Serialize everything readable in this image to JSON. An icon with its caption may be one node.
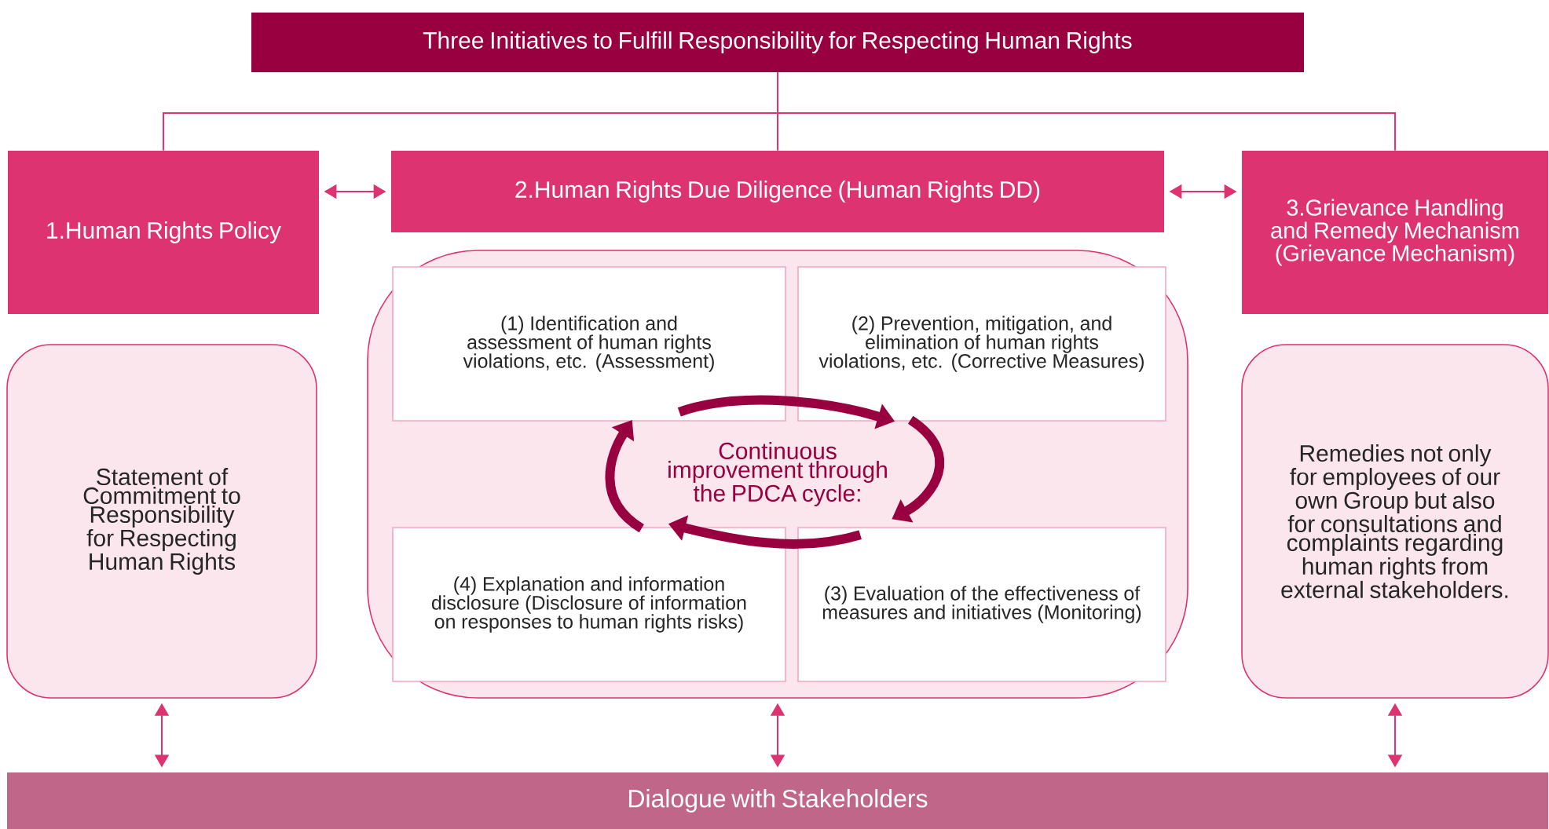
{
  "diagram": {
    "nodes": [
      {
        "text": [
          "Three Initiatives to Fulfill Responsibility for Respecting Human Rights"
        ]
      },
      {
        "text": [
          "1.Human Rights Policy"
        ]
      },
      {
        "text": [
          "2.Human Rights Due Diligence (Human Rights DD)"
        ]
      },
      {
        "text": [
          "3.Grievance Handling and Remedy Mechanism (Grievance Mechanism)"
        ]
      },
      {
        "text": [
          "Statement of Commitment to Responsibility for Respecting Human Rights"
        ]
      },
      {
        "text": [],
        "shape": "box"
      },
      {
        "text": [
          "(1) Identification and assessment of human rights violations, etc. (Assessment)"
        ],
        "in": 5
      },
      {
        "text": [
          "(2) Prevention, mitigation, and elimination of human rights violations, etc. (Corrective Measures)"
        ],
        "in": 5
      },
      {
        "text": [
          "Continuous improvement through the PDCA cycle:"
        ],
        "in": 5
      },
      {
        "text": [
          "(4) Explanation and information disclosure (Disclosure of information on responses to human rights risks)"
        ],
        "in": 5
      },
      {
        "text": [
          "(3) Evaluation of the effectiveness of measures and initiatives (Monitoring)"
        ],
        "in": 5
      },
      {
        "text": [
          "Remedies not only for employees of our own Group but also for consultations and complaints regarding human rights from external stakeholders."
        ]
      },
      {
        "text": [
          "Dialogue with Stakeholders"
        ]
      }
    ],
    "edges": [
      {
        "from": 0,
        "to": 1,
        "arrow": "none"
      },
      {
        "from": 0,
        "to": 2,
        "arrow": "none"
      },
      {
        "from": 0,
        "to": 3,
        "arrow": "none"
      },
      {
        "from": 1,
        "to": 2,
        "arrow": "both"
      },
      {
        "from": 2,
        "to": 3,
        "arrow": "both"
      },
      {
        "from": 6,
        "to": 7,
        "arrow": "to",
        "style": "thick",
        "color": "#990040"
      },
      {
        "from": 7,
        "to": 10,
        "arrow": "to",
        "style": "thick",
        "color": "#990040"
      },
      {
        "from": 10,
        "to": 9,
        "arrow": "to",
        "style": "thick",
        "color": "#990040"
      },
      {
        "from": 9,
        "to": 6,
        "arrow": "to",
        "style": "thick",
        "color": "#990040"
      },
      {
        "from": 4,
        "to": 12,
        "arrow": "both"
      },
      {
        "from": 5,
        "to": 12,
        "arrow": "both"
      },
      {
        "from": 11,
        "to": 12,
        "arrow": "both"
      }
    ]
  }
}
